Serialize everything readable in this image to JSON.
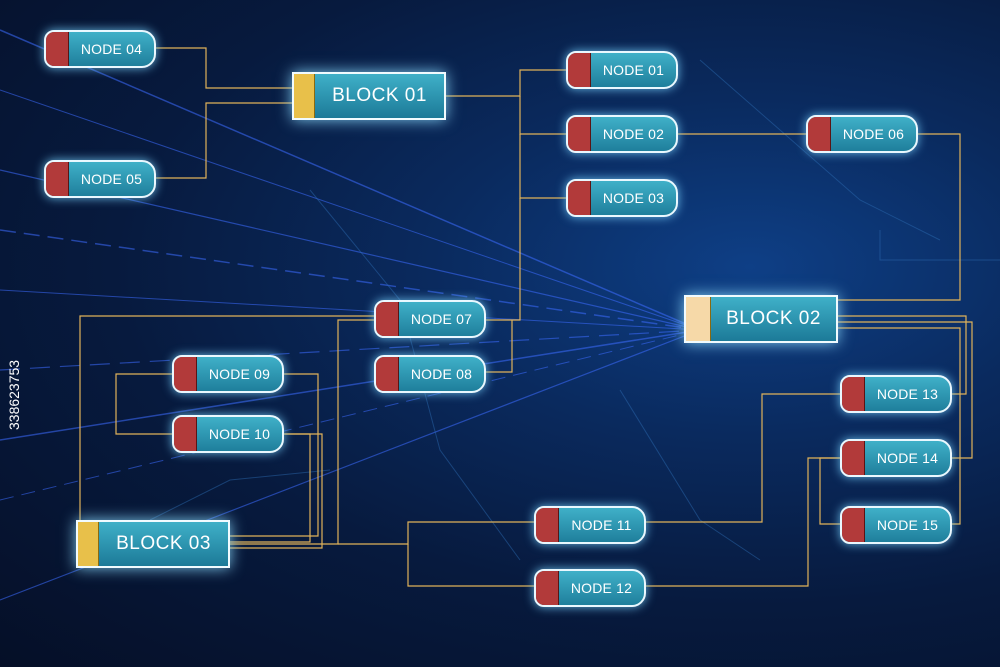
{
  "blocks": {
    "b1": "BLOCK 01",
    "b2": "BLOCK 02",
    "b3": "BLOCK 03"
  },
  "nodes": {
    "n01": "NODE 01",
    "n02": "NODE 02",
    "n03": "NODE 03",
    "n04": "NODE 04",
    "n05": "NODE 05",
    "n06": "NODE 06",
    "n07": "NODE 07",
    "n08": "NODE 08",
    "n09": "NODE 09",
    "n10": "NODE 10",
    "n11": "NODE 11",
    "n12": "NODE 12",
    "n13": "NODE 13",
    "n14": "NODE 14",
    "n15": "NODE 15"
  },
  "stock_id": "338623753",
  "colors": {
    "connector": "#e0b25a",
    "node_cap": "#b23a3a",
    "block_tab": "#e8c04a",
    "node_fill": "#2a93b0"
  }
}
